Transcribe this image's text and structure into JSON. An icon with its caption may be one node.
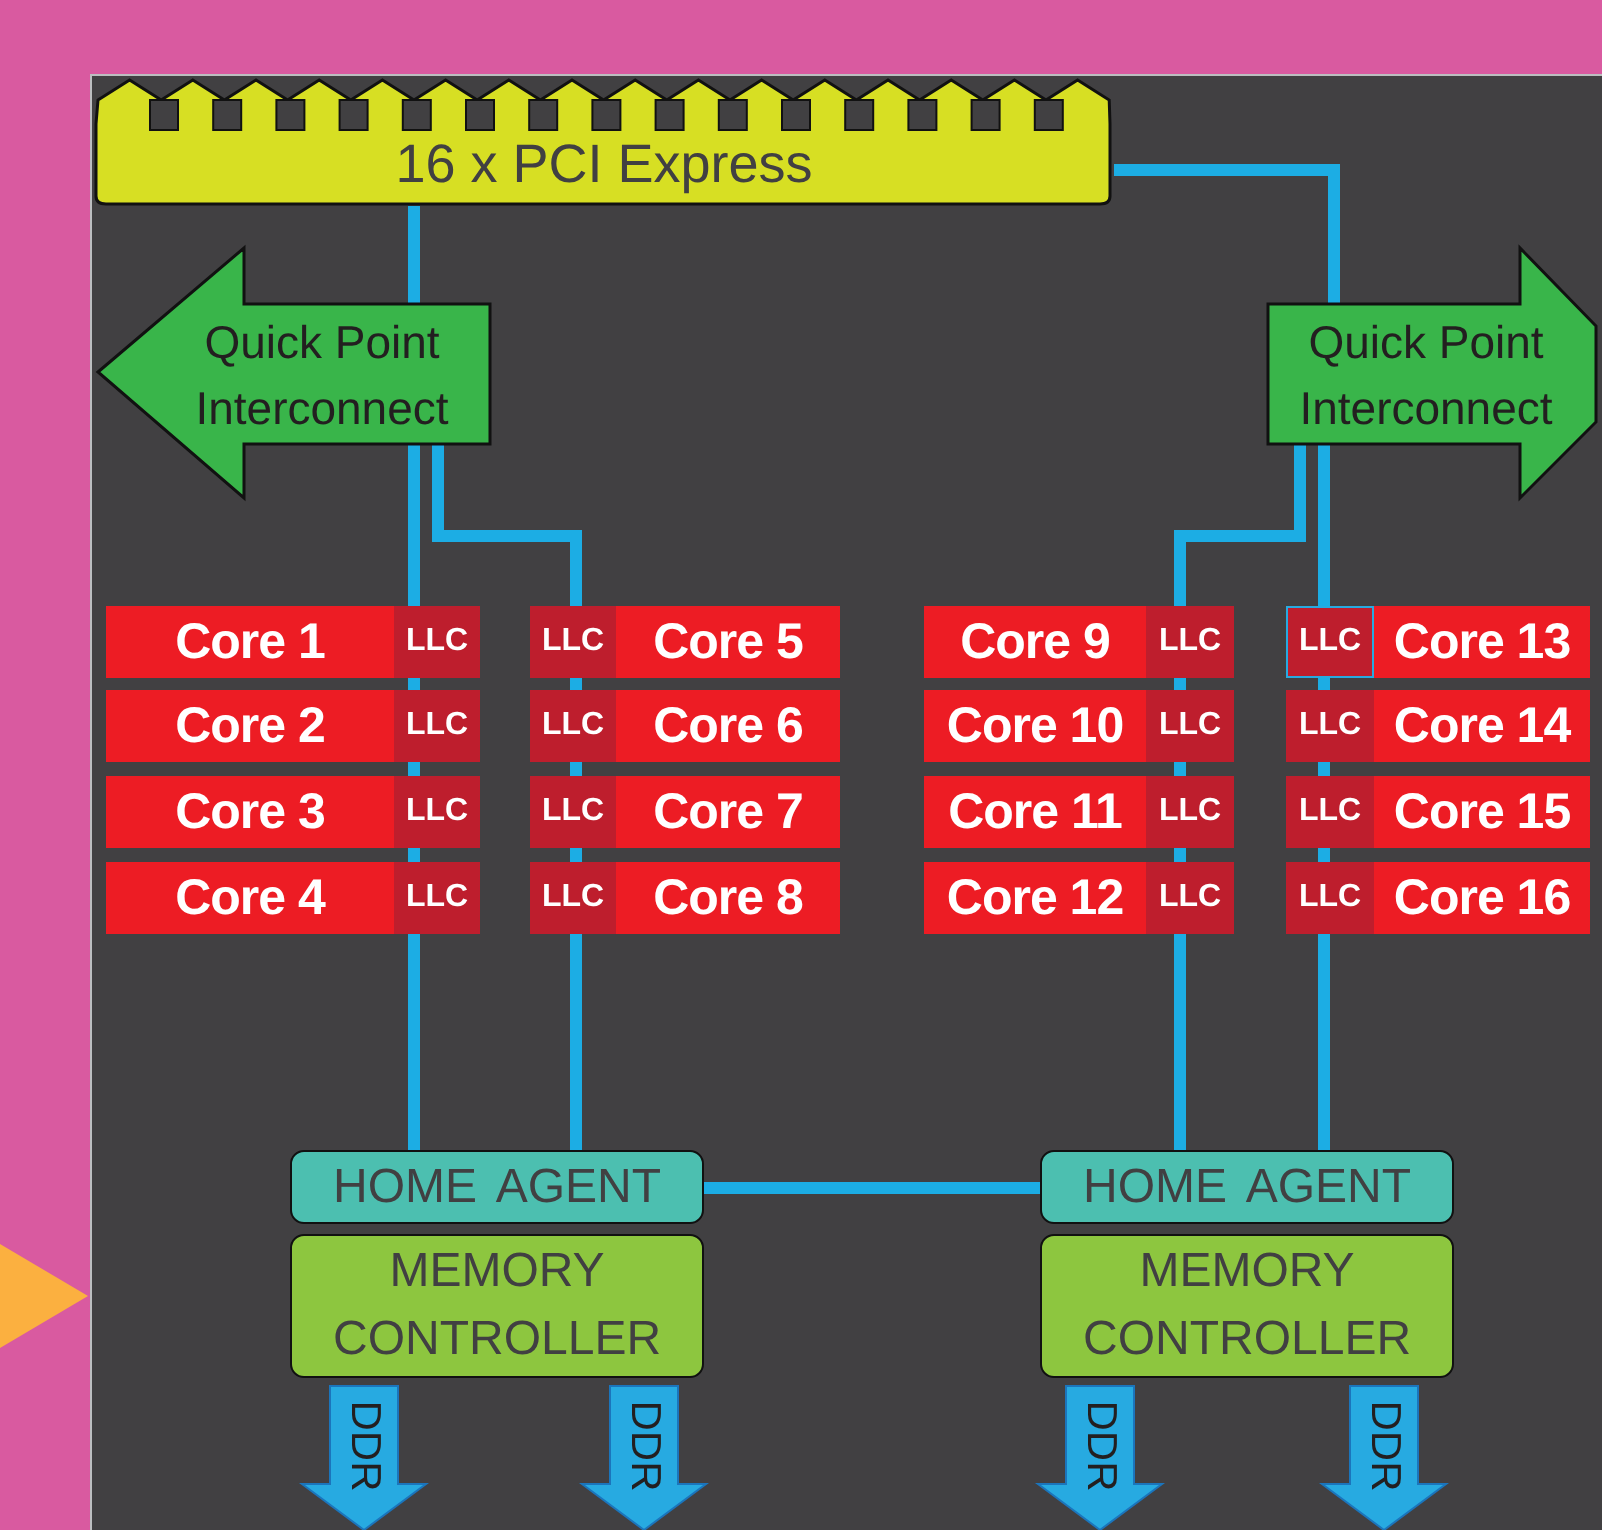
{
  "diagram": {
    "nodes": [
      {
        "text": [
          "16 x PCI Express"
        ]
      },
      {
        "text": [
          "Quick Point Interconnect"
        ]
      },
      {
        "text": [
          "Quick Point Interconnect"
        ]
      },
      {
        "text": [
          "Core 1",
          "LLC"
        ]
      },
      {
        "text": [
          "Core 2",
          "LLC"
        ]
      },
      {
        "text": [
          "Core 3",
          "LLC"
        ]
      },
      {
        "text": [
          "Core 4",
          "LLC"
        ]
      },
      {
        "text": [
          "LLC",
          "Core 5"
        ]
      },
      {
        "text": [
          "LLC",
          "Core 6"
        ]
      },
      {
        "text": [
          "LLC",
          "Core 7"
        ]
      },
      {
        "text": [
          "LLC",
          "Core 8"
        ]
      },
      {
        "text": [
          "Core 9",
          "LLC"
        ]
      },
      {
        "text": [
          "Core 10",
          "LLC"
        ]
      },
      {
        "text": [
          "Core 11",
          "LLC"
        ]
      },
      {
        "text": [
          "Core 12",
          "LLC"
        ]
      },
      {
        "text": [
          "LLC",
          "Core 13"
        ]
      },
      {
        "text": [
          "LLC",
          "Core 14"
        ]
      },
      {
        "text": [
          "LLC",
          "Core 15"
        ]
      },
      {
        "text": [
          "LLC",
          "Core 16"
        ]
      },
      {
        "text": [
          "HOME AGENT"
        ]
      },
      {
        "text": [
          "MEMORY CONTROLLER"
        ]
      },
      {
        "text": [
          "DDR"
        ]
      },
      {
        "text": [
          "DDR"
        ]
      },
      {
        "text": [
          "HOME AGENT"
        ]
      },
      {
        "text": [
          "MEMORY CONTROLLER"
        ]
      },
      {
        "text": [
          "DDR"
        ]
      },
      {
        "text": [
          "DDR"
        ]
      }
    ],
    "edges": [
      {
        "from": 0,
        "to": 1,
        "arrow": "none"
      },
      {
        "from": 1,
        "to": 19,
        "arrow": "none"
      },
      {
        "from": 1,
        "to": 19,
        "arrow": "none"
      },
      {
        "from": 0,
        "to": 2,
        "arrow": "none"
      },
      {
        "from": 2,
        "to": 23,
        "arrow": "none"
      },
      {
        "from": 2,
        "to": 23,
        "arrow": "none"
      },
      {
        "from": 19,
        "to": 23,
        "arrow": "none"
      }
    ]
  }
}
